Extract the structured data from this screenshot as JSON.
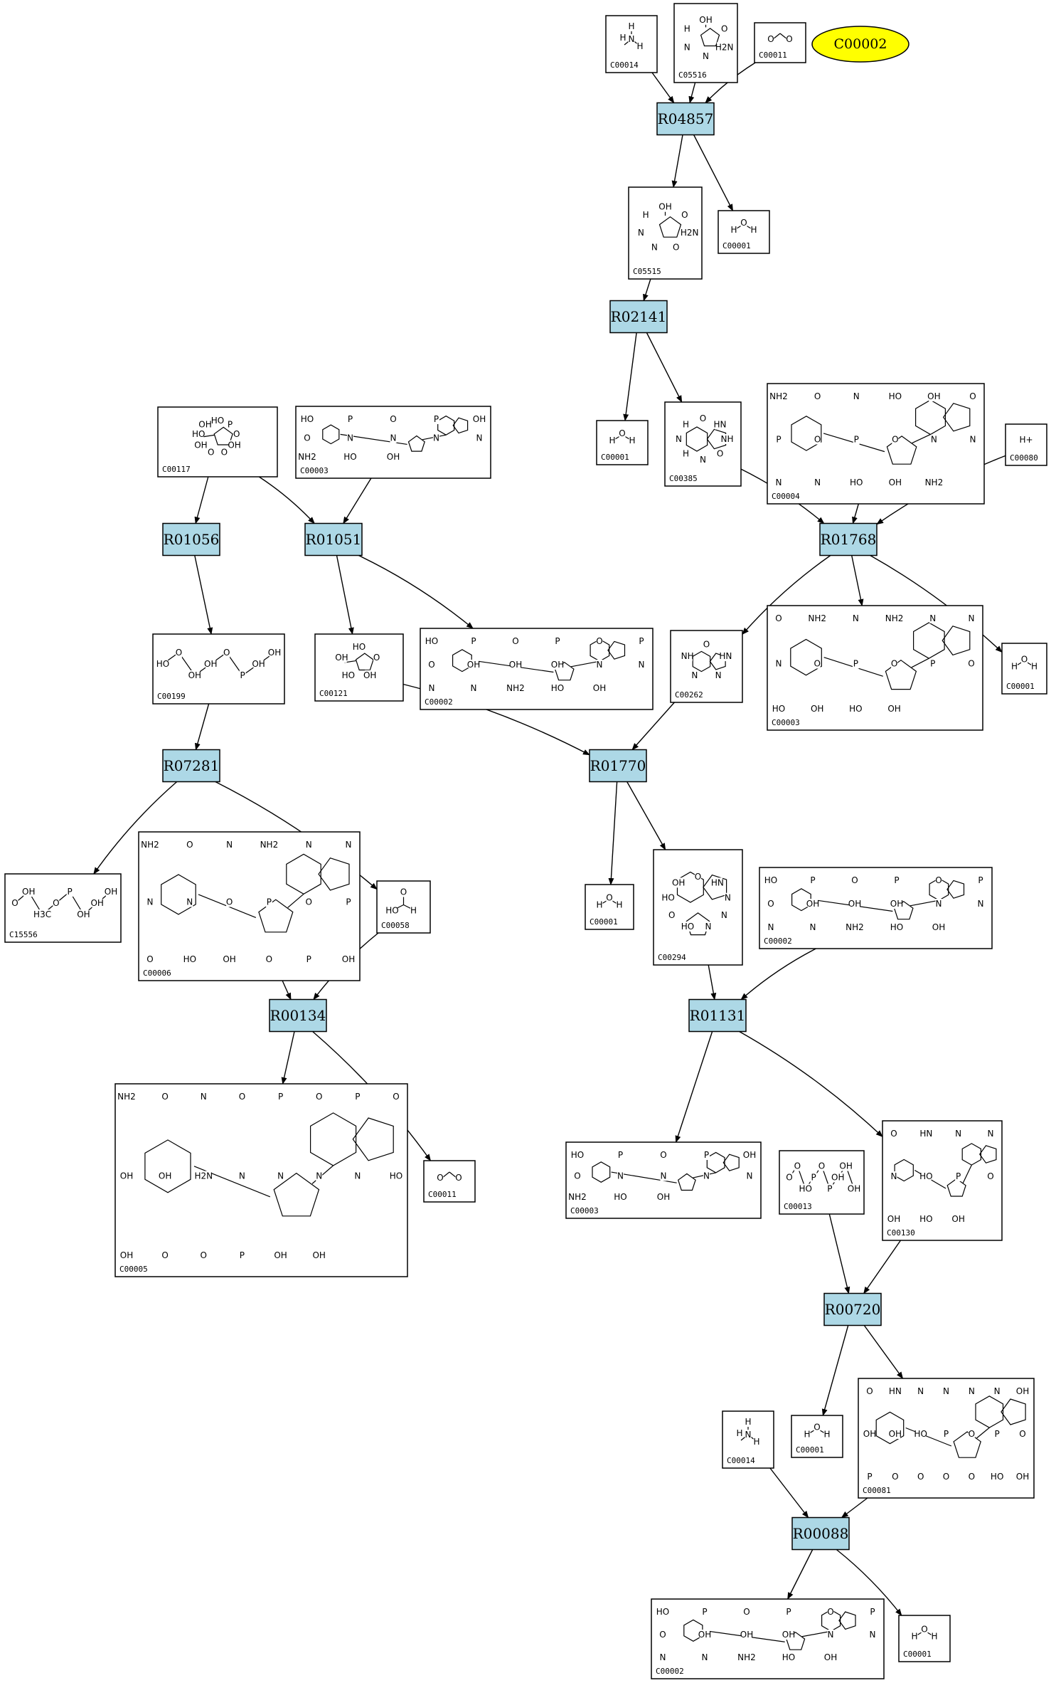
{
  "highlight": {
    "label": "C00002",
    "color": "#ffff00"
  },
  "colors": {
    "reaction": "#add8e6",
    "compound": "#ffffff",
    "line": "#000000"
  },
  "reactions": [
    {
      "id": "R04857",
      "label": "R04857"
    },
    {
      "id": "R02141",
      "label": "R02141"
    },
    {
      "id": "R01056",
      "label": "R01056"
    },
    {
      "id": "R01051",
      "label": "R01051"
    },
    {
      "id": "R01768",
      "label": "R01768"
    },
    {
      "id": "R07281",
      "label": "R07281"
    },
    {
      "id": "R01770",
      "label": "R01770"
    },
    {
      "id": "R00134",
      "label": "R00134"
    },
    {
      "id": "R01131",
      "label": "R01131"
    },
    {
      "id": "R00720",
      "label": "R00720"
    },
    {
      "id": "R00088",
      "label": "R00088"
    }
  ],
  "compounds": [
    {
      "id": "n_c00014a",
      "label": "C00014",
      "structure": "ammonia",
      "atoms": [
        "H",
        "H",
        "N",
        "H"
      ]
    },
    {
      "id": "n_c05516",
      "label": "C05516",
      "structure": "imidazole",
      "atoms": [
        "OH",
        "O",
        "H2N",
        "N",
        "N",
        "H"
      ]
    },
    {
      "id": "n_c00011a",
      "label": "C00011",
      "structure": "co2",
      "atoms": [
        "O",
        "O"
      ]
    },
    {
      "id": "n_c05515",
      "label": "C05515",
      "structure": "imidazole",
      "atoms": [
        "OH",
        "O",
        "H2N",
        "O",
        "N",
        "N",
        "H"
      ]
    },
    {
      "id": "n_c00001a",
      "label": "C00001",
      "structure": "water",
      "atoms": [
        "H",
        "O",
        "H"
      ]
    },
    {
      "id": "n_c00001b",
      "label": "C00001",
      "structure": "water",
      "atoms": [
        "H",
        "O",
        "H"
      ]
    },
    {
      "id": "n_c00385",
      "label": "C00385",
      "structure": "purine",
      "atoms": [
        "O",
        "HN",
        "NH",
        "O",
        "N",
        "H",
        "N",
        "H"
      ]
    },
    {
      "id": "n_c00004",
      "label": "C00004",
      "structure": "nucleotide",
      "atoms": [
        "NH2",
        "O",
        "N",
        "HO",
        "OH",
        "O",
        "P",
        "O",
        "P",
        "O",
        "N",
        "N",
        "N",
        "N",
        "HO",
        "OH",
        "NH2"
      ]
    },
    {
      "id": "n_c00080",
      "label": "C00080",
      "structure": "proton",
      "atoms": [
        "H+"
      ]
    },
    {
      "id": "n_c00117",
      "label": "C00117",
      "structure": "sugar",
      "atoms": [
        "HO",
        "P",
        "O",
        "OH",
        "O",
        "O",
        "OH",
        "HO",
        "OH"
      ]
    },
    {
      "id": "n_c00003a",
      "label": "C00003",
      "structure": "nucleotide",
      "atoms": [
        "HO",
        "P",
        "O",
        "P",
        "OH",
        "O",
        "N",
        "N",
        "N",
        "N",
        "NH2",
        "HO",
        "OH"
      ]
    },
    {
      "id": "n_c00199",
      "label": "C00199",
      "structure": "chain",
      "atoms": [
        "HO",
        "O",
        "OH",
        "OH",
        "O",
        "P",
        "OH",
        "OH"
      ]
    },
    {
      "id": "n_c00121",
      "label": "C00121",
      "structure": "sugar",
      "atoms": [
        "HO",
        "O",
        "OH",
        "HO",
        "OH"
      ]
    },
    {
      "id": "n_c00002a",
      "label": "C00002",
      "structure": "nucleotide",
      "atoms": [
        "HO",
        "P",
        "O",
        "P",
        "O",
        "P",
        "O",
        "OH",
        "OH",
        "OH",
        "N",
        "N",
        "N",
        "N",
        "NH2",
        "HO",
        "OH"
      ]
    },
    {
      "id": "n_c00262",
      "label": "C00262",
      "structure": "purine",
      "atoms": [
        "O",
        "HN",
        "N",
        "N",
        "NH"
      ]
    },
    {
      "id": "n_c00003b",
      "label": "C00003",
      "structure": "nucleotide",
      "atoms": [
        "O",
        "NH2",
        "N",
        "NH2",
        "N",
        "N",
        "N",
        "O",
        "P",
        "O",
        "P",
        "O",
        "HO",
        "OH",
        "HO",
        "OH"
      ]
    },
    {
      "id": "n_c00001c",
      "label": "C00001",
      "structure": "water",
      "atoms": [
        "H",
        "O",
        "H"
      ]
    },
    {
      "id": "n_c15556",
      "label": "C15556",
      "structure": "chain",
      "atoms": [
        "O",
        "OH",
        "H3C",
        "O",
        "P",
        "OH",
        "OH",
        "OH"
      ]
    },
    {
      "id": "n_c00006",
      "label": "C00006",
      "structure": "nucleotide",
      "atoms": [
        "NH2",
        "O",
        "N",
        "NH2",
        "N",
        "N",
        "N",
        "N",
        "O",
        "P",
        "O",
        "P",
        "O",
        "HO",
        "OH",
        "O",
        "P",
        "OH"
      ]
    },
    {
      "id": "n_c00058",
      "label": "C00058",
      "structure": "formate",
      "atoms": [
        "O",
        "HO",
        "H"
      ]
    },
    {
      "id": "n_c00001d",
      "label": "C00001",
      "structure": "water",
      "atoms": [
        "H",
        "O",
        "H"
      ]
    },
    {
      "id": "n_c00294",
      "label": "C00294",
      "structure": "nucleoside",
      "atoms": [
        "O",
        "HN",
        "N",
        "N",
        "N",
        "HO",
        "O",
        "HO",
        "OH"
      ]
    },
    {
      "id": "n_c00002b",
      "label": "C00002",
      "structure": "nucleotide",
      "atoms": [
        "HO",
        "P",
        "O",
        "P",
        "O",
        "P",
        "O",
        "OH",
        "OH",
        "OH",
        "N",
        "N",
        "N",
        "N",
        "NH2",
        "HO",
        "OH"
      ]
    },
    {
      "id": "n_c00005",
      "label": "C00005",
      "structure": "nucleotide",
      "atoms": [
        "NH2",
        "O",
        "N",
        "O",
        "P",
        "O",
        "P",
        "O",
        "OH",
        "OH",
        "H2N",
        "N",
        "N",
        "N",
        "N",
        "HO",
        "OH",
        "O",
        "O",
        "P",
        "OH",
        "OH"
      ]
    },
    {
      "id": "n_c00011b",
      "label": "C00011",
      "structure": "co2",
      "atoms": [
        "O",
        "O"
      ]
    },
    {
      "id": "n_c00003c",
      "label": "C00003",
      "structure": "nucleotide",
      "atoms": [
        "HO",
        "P",
        "O",
        "P",
        "OH",
        "O",
        "N",
        "N",
        "N",
        "N",
        "NH2",
        "HO",
        "OH"
      ]
    },
    {
      "id": "n_c00013",
      "label": "C00013",
      "structure": "chain",
      "atoms": [
        "O",
        "O",
        "HO",
        "P",
        "O",
        "P",
        "OH",
        "OH",
        "OH"
      ]
    },
    {
      "id": "n_c00130",
      "label": "C00130",
      "structure": "nucleotide",
      "atoms": [
        "O",
        "HN",
        "N",
        "N",
        "N",
        "HO",
        "P",
        "O",
        "OH",
        "HO",
        "OH"
      ]
    },
    {
      "id": "n_c00001e",
      "label": "C00001",
      "structure": "water",
      "atoms": [
        "H",
        "O",
        "H"
      ]
    },
    {
      "id": "n_c00081",
      "label": "C00081",
      "structure": "nucleotide",
      "atoms": [
        "O",
        "HN",
        "N",
        "N",
        "N",
        "N",
        "OH",
        "OH",
        "OH",
        "HO",
        "P",
        "O",
        "P",
        "O",
        "P",
        "O",
        "O",
        "O",
        "O",
        "HO",
        "OH"
      ]
    },
    {
      "id": "n_c00014b",
      "label": "C00014",
      "structure": "ammonia",
      "atoms": [
        "H",
        "H",
        "N",
        "H"
      ]
    },
    {
      "id": "n_c00002c",
      "label": "C00002",
      "structure": "nucleotide",
      "atoms": [
        "HO",
        "P",
        "O",
        "P",
        "O",
        "P",
        "O",
        "OH",
        "OH",
        "OH",
        "N",
        "N",
        "N",
        "N",
        "NH2",
        "HO",
        "OH"
      ]
    },
    {
      "id": "n_c00001f",
      "label": "C00001",
      "structure": "water",
      "atoms": [
        "H",
        "O",
        "H"
      ]
    }
  ],
  "edges": [
    [
      "n_c00014a",
      "R04857"
    ],
    [
      "n_c05516",
      "R04857"
    ],
    [
      "n_c00011a",
      "R04857"
    ],
    [
      "R04857",
      "n_c05515"
    ],
    [
      "R04857",
      "n_c00001a"
    ],
    [
      "n_c05515",
      "R02141"
    ],
    [
      "R02141",
      "n_c00001b"
    ],
    [
      "R02141",
      "n_c00385"
    ],
    [
      "n_c00385",
      "R01768"
    ],
    [
      "n_c00004",
      "R01768"
    ],
    [
      "n_c00080",
      "R01768"
    ],
    [
      "R01768",
      "n_c00262"
    ],
    [
      "R01768",
      "n_c00003b"
    ],
    [
      "R01768",
      "n_c00001c"
    ],
    [
      "n_c00117",
      "R01056"
    ],
    [
      "n_c00117",
      "R01051"
    ],
    [
      "n_c00003a",
      "R01051"
    ],
    [
      "R01056",
      "n_c00199"
    ],
    [
      "R01051",
      "n_c00121"
    ],
    [
      "R01051",
      "n_c00002a"
    ],
    [
      "n_c00199",
      "R07281"
    ],
    [
      "R07281",
      "n_c15556"
    ],
    [
      "R07281",
      "n_c00058"
    ],
    [
      "n_c00121",
      "R01770"
    ],
    [
      "n_c00262",
      "R01770"
    ],
    [
      "R01770",
      "n_c00001d"
    ],
    [
      "R01770",
      "n_c00294"
    ],
    [
      "n_c00006",
      "R00134"
    ],
    [
      "n_c00058",
      "R00134"
    ],
    [
      "R00134",
      "n_c00005"
    ],
    [
      "R00134",
      "n_c00011b"
    ],
    [
      "n_c00294",
      "R01131"
    ],
    [
      "n_c00002b",
      "R01131"
    ],
    [
      "R01131",
      "n_c00003c"
    ],
    [
      "R01131",
      "n_c00130"
    ],
    [
      "n_c00013",
      "R00720"
    ],
    [
      "n_c00130",
      "R00720"
    ],
    [
      "R00720",
      "n_c00001e"
    ],
    [
      "R00720",
      "n_c00081"
    ],
    [
      "n_c00014b",
      "R00088"
    ],
    [
      "n_c00081",
      "R00088"
    ],
    [
      "R00088",
      "n_c00002c"
    ],
    [
      "R00088",
      "n_c00001f"
    ]
  ]
}
